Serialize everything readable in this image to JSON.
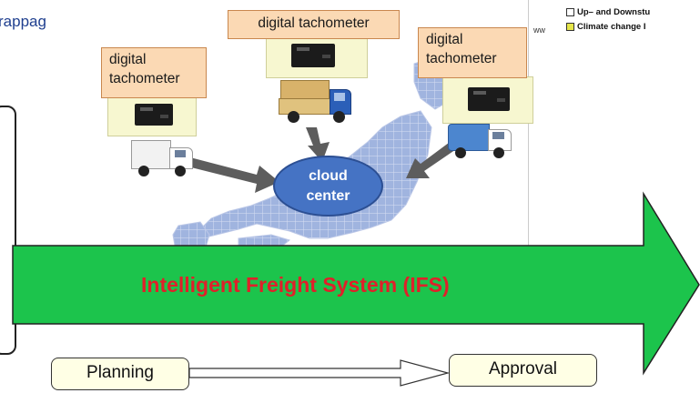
{
  "background_clip": {
    "text": "rappag"
  },
  "legend": {
    "ww_label": "ww",
    "items": [
      {
        "label": "Up– and Downstu",
        "color": "#ffffff"
      },
      {
        "label": "Climate change I",
        "color": "#e6e64a"
      }
    ]
  },
  "tachometers": [
    {
      "label": "digital tachometer"
    },
    {
      "label": "digital tachometer"
    },
    {
      "label": "digital tachometer"
    }
  ],
  "cloud": {
    "line1": "cloud",
    "line2": "center"
  },
  "ifs": {
    "label": "Intelligent Freight System (IFS)"
  },
  "flow": {
    "start_label": "Planning",
    "end_label": "Approval"
  },
  "colors": {
    "ifs_arrow": "#1cc44c",
    "ifs_text": "#e0202a",
    "cloud": "#4573c4",
    "tachometer_label": "#fbd9b4",
    "map": "#8fa4d6"
  },
  "icons": [
    "japan-map",
    "truck-icon",
    "dump-truck-icon",
    "garbage-truck-icon",
    "tachometer-device-icon"
  ]
}
